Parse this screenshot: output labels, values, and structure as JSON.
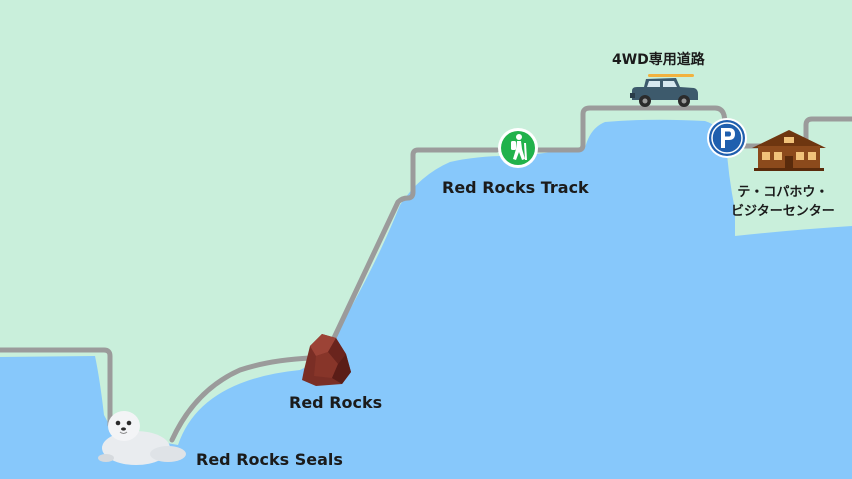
{
  "map": {
    "labels": {
      "track": "Red Rocks Track",
      "rocks": "Red Rocks",
      "seals": "Red Rocks Seals",
      "road_4wd": "4WD専用道路",
      "visitor_centre_line1": "テ・コパホウ・",
      "visitor_centre_line2": "ビジターセンター"
    },
    "icons": {
      "hiker": "hiker-icon",
      "parking": "parking-icon",
      "vehicle": "4wd-vehicle-icon",
      "rock": "red-rock-icon",
      "seal": "seal-icon",
      "building": "visitor-centre-building-icon"
    },
    "colors": {
      "land": "#c9efdb",
      "sea": "#87c8fb",
      "track": "#9b9b9b",
      "hiker_badge": "#21b24b",
      "parking_badge": "#1f5fae",
      "rock": "#7a2e25",
      "vehicle": "#3d5a6c",
      "building": "#8c4a1c"
    }
  }
}
